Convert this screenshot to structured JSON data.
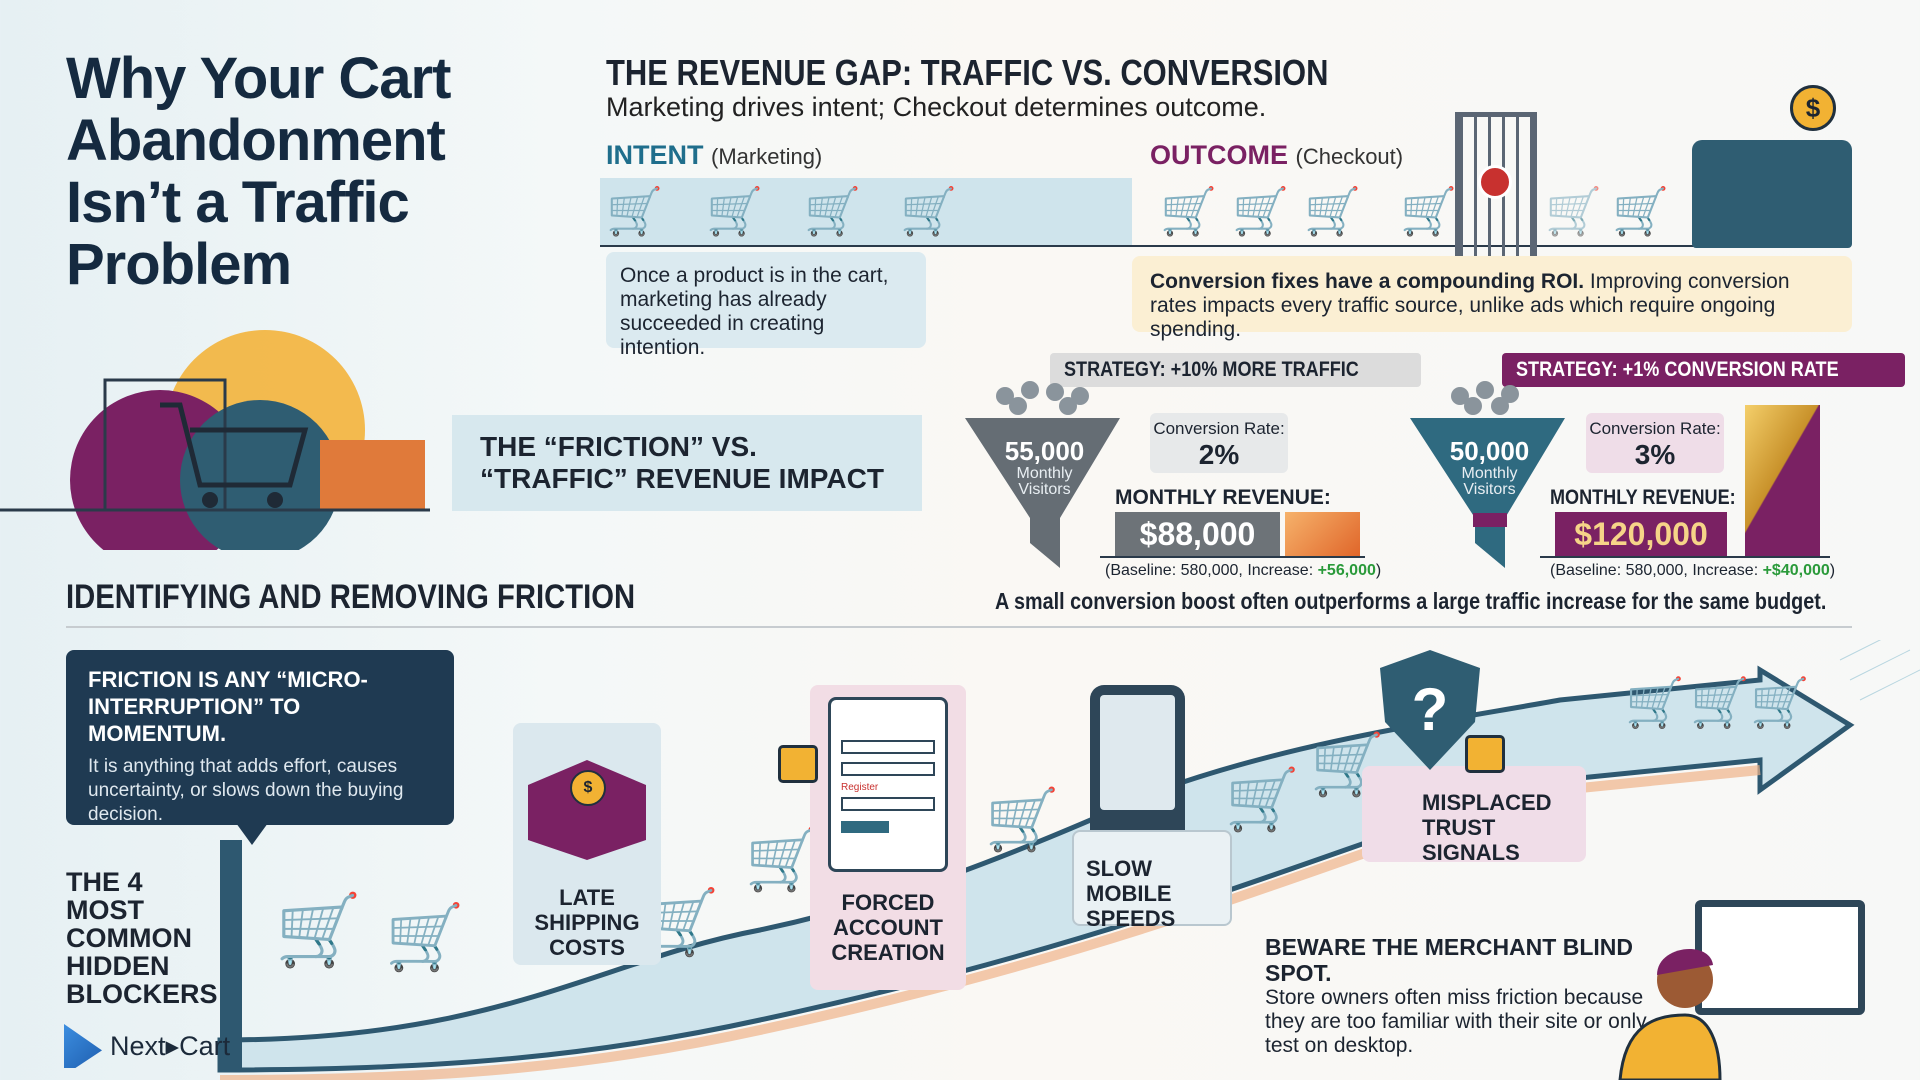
{
  "title": "Why Your Cart Abandonment Isn’t a Traffic Problem",
  "revenue_gap": {
    "heading": "THE REVENUE GAP: TRAFFIC VS. CONVERSION",
    "subheading": "Marketing drives intent; Checkout determines outcome.",
    "intent_label": "INTENT",
    "intent_note": "(Marketing)",
    "outcome_label": "OUTCOME",
    "outcome_note": "(Checkout)",
    "intent_text": "Once a product is in the cart, marketing has already succeeded in creating intention.",
    "outcome_bold": "Conversion fixes have a compounding ROI.",
    "outcome_text": " Improving conversion rates impacts every traffic source, unlike ads which require ongoing spending.",
    "coin_symbol": "$"
  },
  "impact_heading": "THE “FRICTION” VS. “TRAFFIC” REVENUE IMPACT",
  "strategies": [
    {
      "label": "STRATEGY: +10% MORE TRAFFIC",
      "visitors": "55,000",
      "visitors_label": "Monthly Visitors",
      "conv_label": "Conversion Rate:",
      "conv_value": "2%",
      "revenue_label": "MONTHLY REVENUE:",
      "revenue": "$88,000",
      "baseline": "(Baseline: 580,000, Increase: ",
      "increase": "+56,000",
      "close": ")",
      "color": "#6d7378"
    },
    {
      "label": "STRATEGY: +1% CONVERSION RATE",
      "visitors": "50,000",
      "visitors_label": "Monthly Visitors",
      "conv_label": "Conversion Rate:",
      "conv_value": "3%",
      "revenue_label": "MONTHLY REVENUE:",
      "revenue": "$120,000",
      "baseline": "(Baseline: 580,000, Increase: ",
      "increase": "+$40,000",
      "close": ")",
      "color": "#7a2163"
    }
  ],
  "caption": "A small conversion boost often outperforms a large traffic increase for the same budget.",
  "friction": {
    "heading": "IDENTIFYING AND REMOVING FRICTION",
    "box_title": "FRICTION IS ANY “MICRO-INTERRUPTION” TO MOMENTUM.",
    "box_text": "It is anything that adds effort, causes uncertainty, or slows down the buying decision.",
    "blockers_label": "THE 4 MOST COMMON HIDDEN BLOCKERS",
    "blockers": [
      "LATE SHIPPING COSTS",
      "FORCED ACCOUNT CREATION",
      "SLOW MOBILE SPEEDS",
      "MISPLACED TRUST SIGNALS"
    ],
    "form_label": "Register"
  },
  "blind_spot": {
    "title": "BEWARE THE MERCHANT BLIND SPOT.",
    "text": "Store owners often miss friction because they are too familiar with their site or only test on desktop."
  },
  "logo": {
    "text": "Next▸Cart"
  }
}
